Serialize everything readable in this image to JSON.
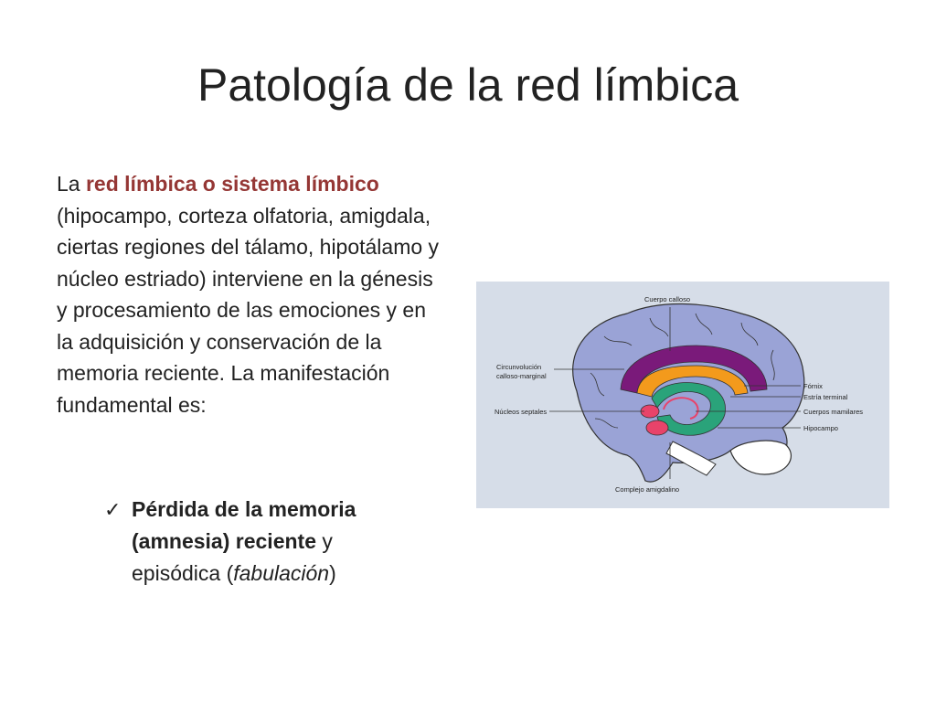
{
  "slide": {
    "title": "Patología de la red límbica",
    "intro": {
      "lead": "La ",
      "highlight": "red límbica o sistema límbico",
      "rest": " (hipocampo, corteza olfatoria, amigdala, ciertas regiones del tálamo, hipotálamo y núcleo estriado) interviene en la génesis y procesamiento de las emociones y en la adquisición y conservación de la memoria reciente. La manifestación fundamental es:"
    },
    "bullet": {
      "bold": "Pérdida de la memoria (amnesia) reciente",
      "mid": " y episódica (",
      "italic": "fabulación",
      "end": ")"
    }
  },
  "figure": {
    "labels": {
      "cuerpo_calloso": "Cuerpo calloso",
      "circunvolucion_1": "Circunvolución",
      "circunvolucion_2": "calloso-marginal",
      "nucleos_septales": "Núcleos septales",
      "complejo_amigdalino": "Complejo amigdalino",
      "fornix": "Fórnix",
      "estria_terminal": "Estría terminal",
      "cuerpos_mamilares": "Cuerpos mamilares",
      "hipocampo": "Hipocampo"
    },
    "colors": {
      "background": "#d6dde8",
      "brain": "#9aa3d6",
      "cingulate": "#7a1a7a",
      "fornix": "#f39a1c",
      "stria": "#2aa37a",
      "septal": "#e8436a"
    }
  }
}
